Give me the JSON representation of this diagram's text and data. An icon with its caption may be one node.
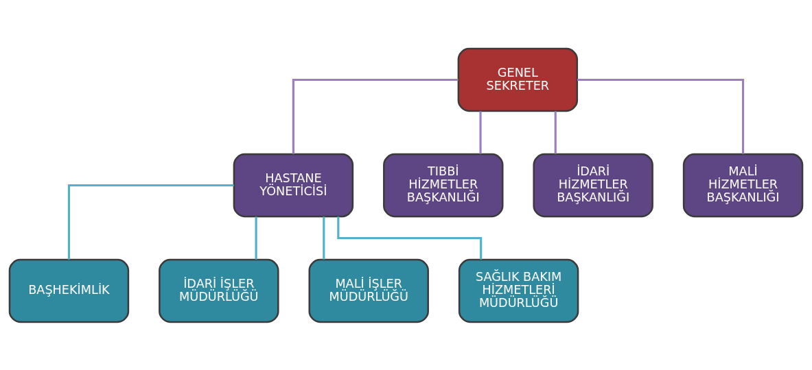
{
  "diagram": {
    "nodes": [
      {
        "text": [
          "GENEL SEKRETER"
        ]
      },
      {
        "text": [
          "HASTANE YÖNETİCİSİ"
        ]
      },
      {
        "text": [
          "TIBBİ HİZMETLER BAŞKANLIĞI"
        ]
      },
      {
        "text": [
          "İDARİ HİZMETLER BAŞKANLIĞI"
        ]
      },
      {
        "text": [
          "MALİ HİZMETLER BAŞKANLIĞI"
        ]
      },
      {
        "text": [
          "BAŞHEKİMLİK"
        ]
      },
      {
        "text": [
          "İDARİ İŞLER MÜDÜRLÜĞÜ"
        ]
      },
      {
        "text": [
          "MALİ İŞLER MÜDÜRLÜĞÜ"
        ]
      },
      {
        "text": [
          "SAĞLIK BAKIM HİZMETLERİ MÜDÜRLÜĞÜ"
        ]
      }
    ],
    "edges": [
      {
        "from": 0,
        "to": 1,
        "arrow": "none"
      },
      {
        "from": 0,
        "to": 2,
        "arrow": "none"
      },
      {
        "from": 0,
        "to": 3,
        "arrow": "none"
      },
      {
        "from": 0,
        "to": 4,
        "arrow": "none"
      },
      {
        "from": 1,
        "to": 5,
        "arrow": "none",
        "color": "#4fb3c8"
      },
      {
        "from": 1,
        "to": 6,
        "arrow": "none",
        "color": "#4fb3c8"
      },
      {
        "from": 1,
        "to": 7,
        "arrow": "none",
        "color": "#4fb3c8"
      },
      {
        "from": 1,
        "to": 8,
        "arrow": "none",
        "color": "#4fb3c8"
      }
    ]
  }
}
